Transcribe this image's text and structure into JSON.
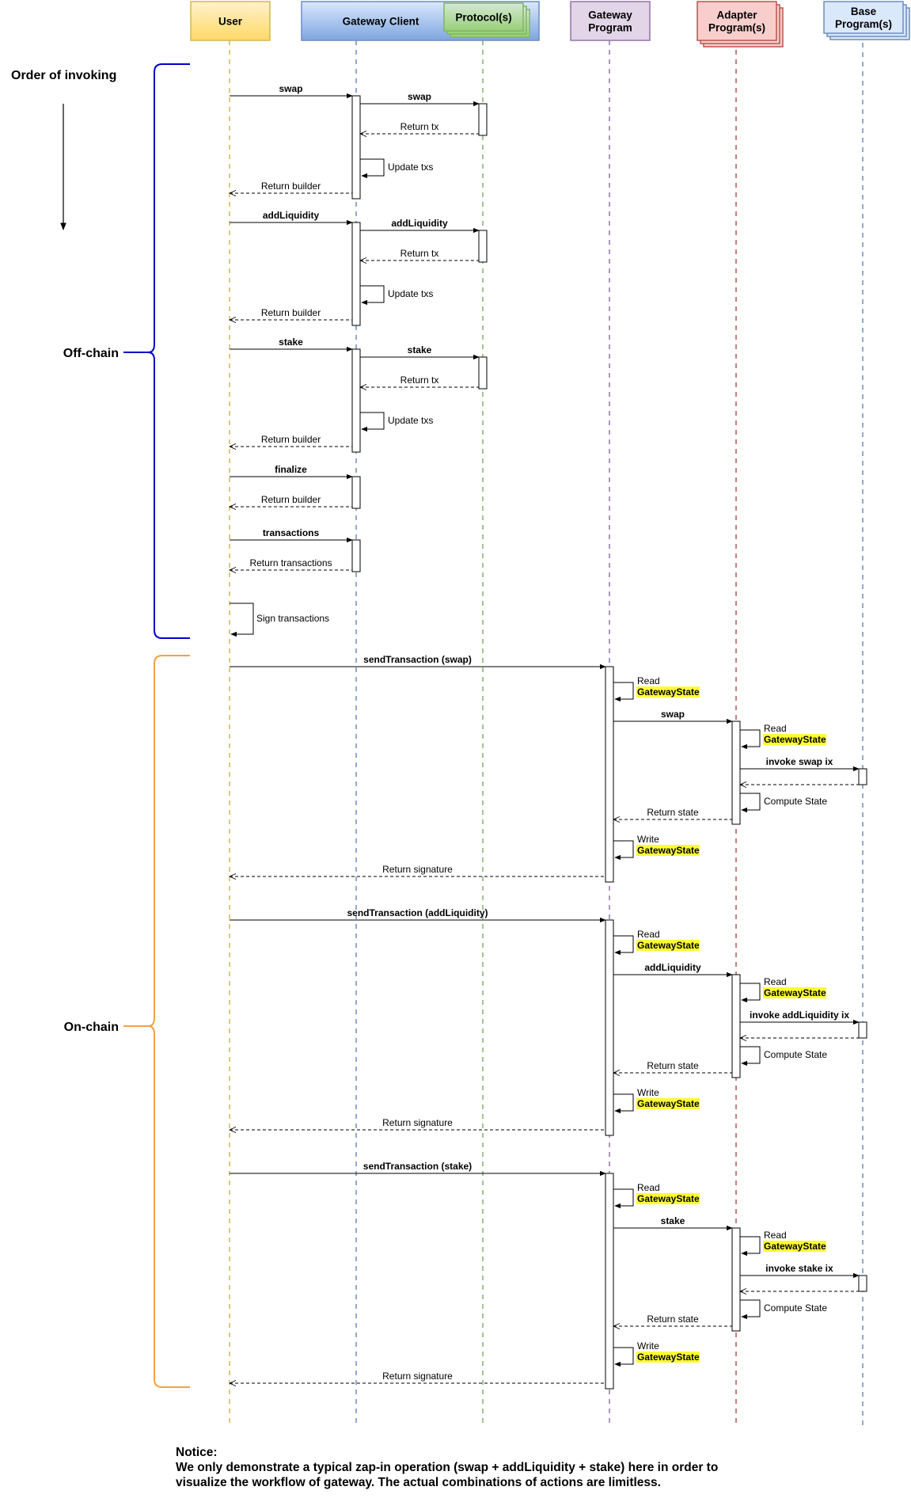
{
  "diagram": {
    "type": "sequence",
    "order_label": "Order of invoking",
    "actors": [
      {
        "id": "user",
        "label": [
          "User"
        ],
        "fill_top": "#fff2cc",
        "fill_bottom": "#ffd966",
        "stroke": "#d6b656",
        "lifeline": "#d6b656",
        "stacked": false
      },
      {
        "id": "client",
        "label": [
          "Gateway Client"
        ],
        "fill_top": "#dae8fc",
        "fill_bottom": "#7ea6e0",
        "stroke": "#6c8ebf",
        "lifeline": "#6c8ebf",
        "stacked": false
      },
      {
        "id": "protocol",
        "label": [
          "Protocol(s)"
        ],
        "fill_top": "#d5e8d4",
        "fill_bottom": "#97d077",
        "stroke": "#82b366",
        "lifeline": "#82b366",
        "stacked": true
      },
      {
        "id": "gateway",
        "label": [
          "Gateway",
          "Program"
        ],
        "fill_top": "#e1d5e7",
        "fill_bottom": "#e1d5e7",
        "stroke": "#9673a6",
        "lifeline": "#9673a6",
        "stacked": false
      },
      {
        "id": "adapter",
        "label": [
          "Adapter",
          "Program(s)"
        ],
        "fill_top": "#f8cecc",
        "fill_bottom": "#f8cecc",
        "stroke": "#b85450",
        "lifeline": "#b85450",
        "stacked": true
      },
      {
        "id": "base",
        "label": [
          "Base",
          "Program(s)"
        ],
        "fill_top": "#dae8fc",
        "fill_bottom": "#dae8fc",
        "stroke": "#6c8ebf",
        "lifeline": "#6c8ebf",
        "stacked": true
      }
    ],
    "groups": [
      {
        "id": "offchain",
        "label": "Off-chain",
        "color": "#0000cc"
      },
      {
        "id": "onchain",
        "label": "On-chain",
        "color": "#f5a142"
      }
    ],
    "offchain_steps": [
      {
        "call": "swap",
        "sub_call": "swap",
        "sub_return": "Return tx",
        "self_note": "Update txs",
        "return": "Return builder"
      },
      {
        "call": "addLiquidity",
        "sub_call": "addLiquidity",
        "sub_return": "Return tx",
        "self_note": "Update txs",
        "return": "Return builder"
      },
      {
        "call": "stake",
        "sub_call": "stake",
        "sub_return": "Return tx",
        "self_note": "Update txs",
        "return": "Return builder"
      }
    ],
    "offchain_simple": [
      {
        "call": "finalize",
        "return": "Return builder"
      },
      {
        "call": "transactions",
        "return": "Return transactions"
      }
    ],
    "sign_note": "Sign transactions",
    "onchain_steps": [
      {
        "call": "sendTransaction (swap)",
        "read_label": "Read",
        "state": "GatewayState",
        "adapter_call": "swap",
        "invoke": "invoke swap ix",
        "compute": "Compute State",
        "adapter_return": "Return state",
        "write_label": "Write",
        "return": "Return signature"
      },
      {
        "call": "sendTransaction (addLiquidity)",
        "read_label": "Read",
        "state": "GatewayState",
        "adapter_call": "addLiquidity",
        "invoke": "invoke addLiquidity ix",
        "compute": "Compute State",
        "adapter_return": "Return state",
        "write_label": "Write",
        "return": "Return signature"
      },
      {
        "call": "sendTransaction (stake)",
        "read_label": "Read",
        "state": "GatewayState",
        "adapter_call": "stake",
        "invoke": "invoke stake ix",
        "compute": "Compute State",
        "adapter_return": "Return state",
        "write_label": "Write",
        "return": "Return signature"
      }
    ],
    "highlight_color": "#ffff33"
  },
  "notice": {
    "title": "Notice:",
    "lines": [
      "We only demonstrate a typical zap-in operation (swap + addLiquidity + stake) here in order to",
      "visualize the workflow of gateway. The actual combinations of actions are limitless."
    ]
  }
}
